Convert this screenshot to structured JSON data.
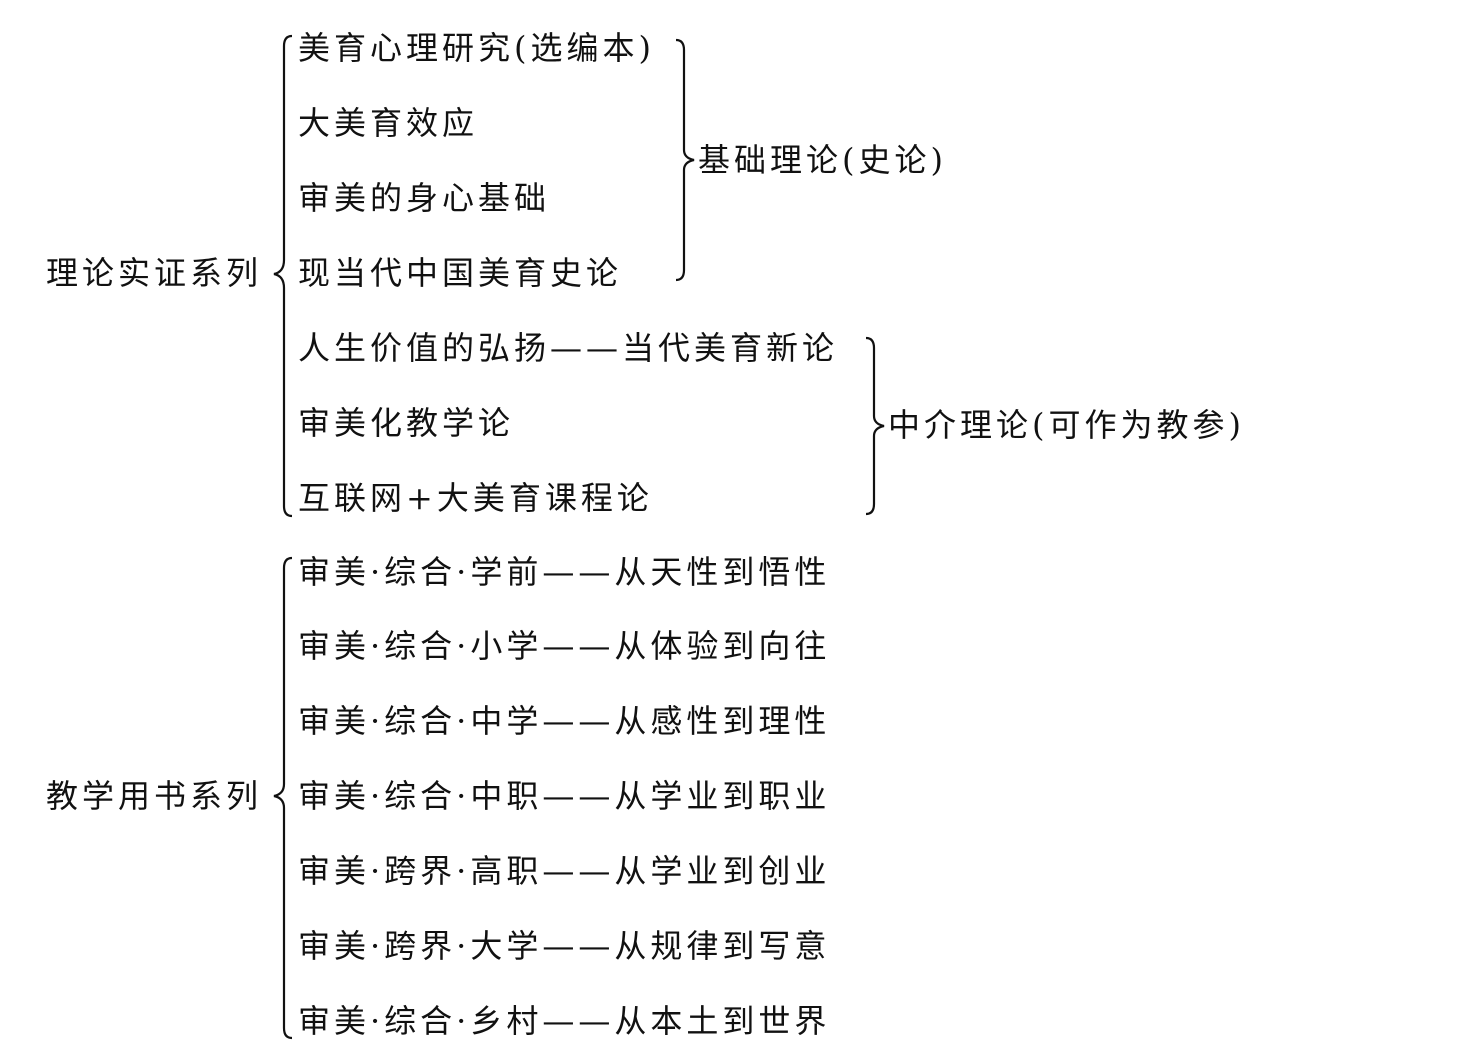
{
  "groups": [
    {
      "label": "理论实证系列",
      "items": [
        "美育心理研究(选编本)",
        "大美育效应",
        "审美的身心基础",
        "现当代中国美育史论",
        "人生价值的弘扬——当代美育新论",
        "审美化教学论",
        "互联网+大美育课程论"
      ],
      "subgroups": [
        {
          "label": "基础理论(史论)",
          "covers": "items 1-4"
        },
        {
          "label": "中介理论(可作为教参)",
          "covers": "items 5-7"
        }
      ]
    },
    {
      "label": "教学用书系列",
      "items": [
        "审美·综合·学前——从天性到悟性",
        "审美·综合·小学——从体验到向往",
        "审美·综合·中学——从感性到理性",
        "审美·综合·中职——从学业到职业",
        "审美·跨界·高职——从学业到创业",
        "审美·跨界·大学——从规律到写意",
        "审美·综合·乡村——从本土到世界"
      ]
    }
  ]
}
